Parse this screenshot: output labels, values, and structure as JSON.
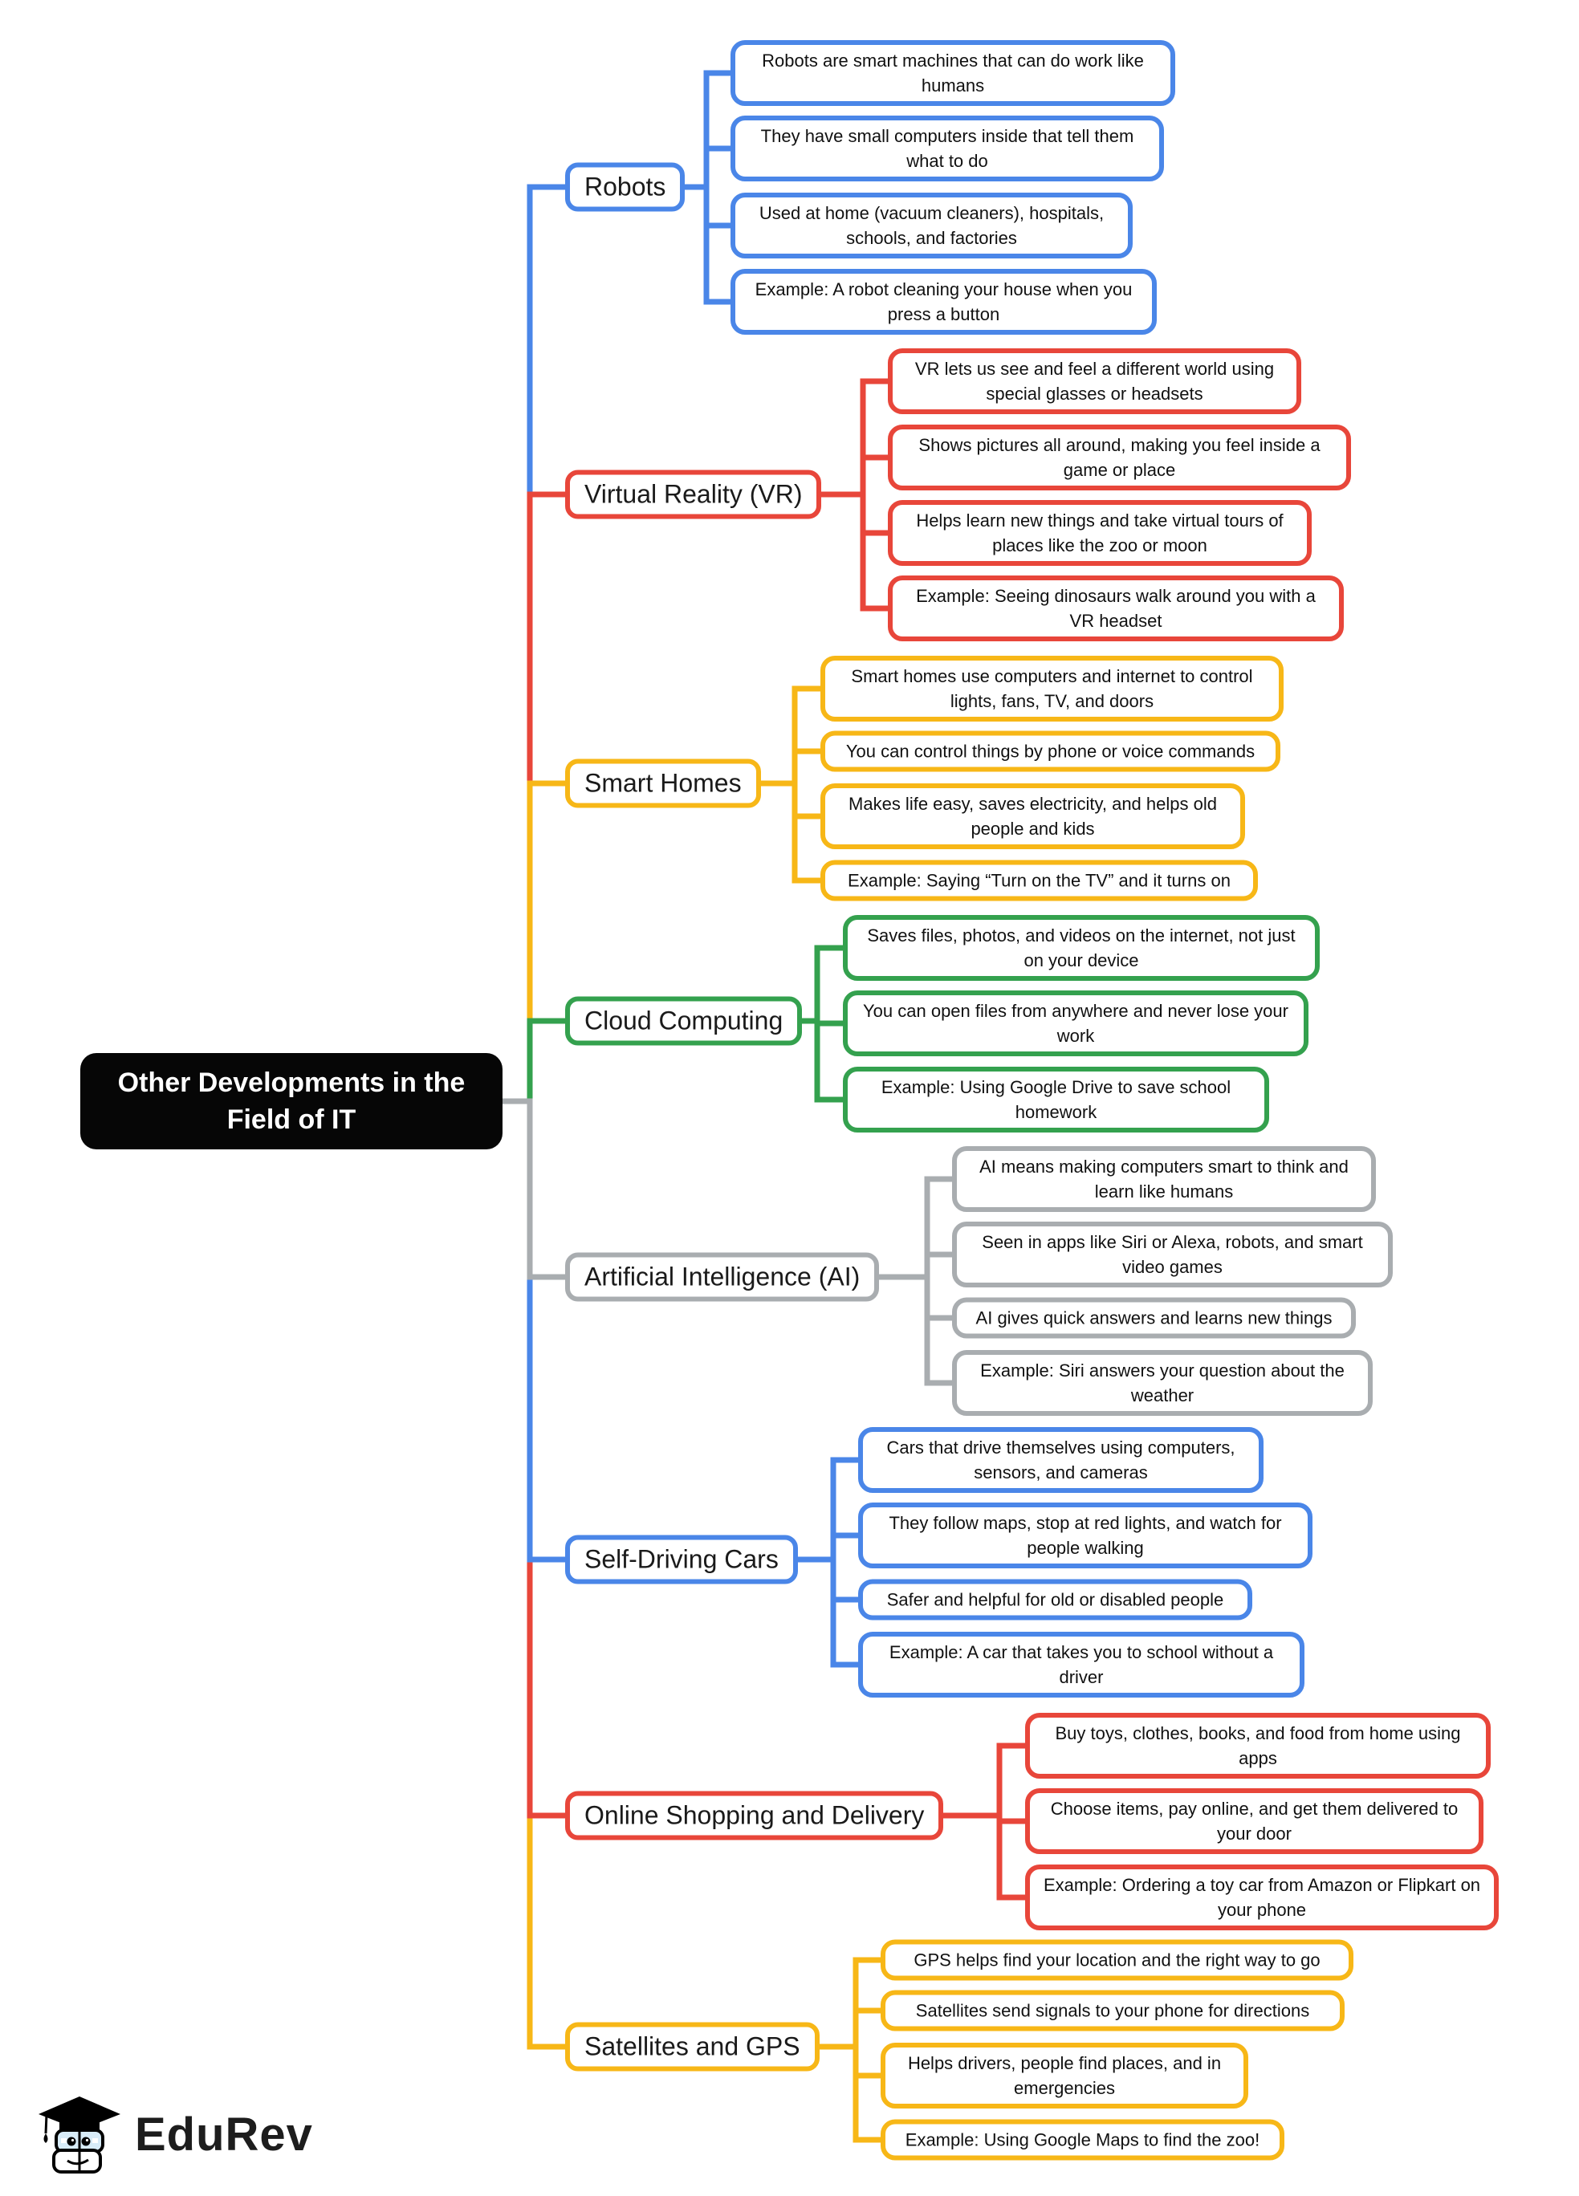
{
  "root": {
    "title": "Other Developments in the Field of IT"
  },
  "branches": [
    {
      "label": "Robots",
      "color": "#4a86e8",
      "children": [
        "Robots are smart machines that can do work like humans",
        "They have small computers inside that tell them what to do",
        "Used at home (vacuum cleaners), hospitals, schools, and factories",
        "Example: A robot cleaning your house when you press a button"
      ]
    },
    {
      "label": "Virtual Reality (VR)",
      "color": "#e8463a",
      "children": [
        "VR lets us see and feel a different world using special glasses or headsets",
        "Shows pictures all around, making you feel inside a game or place",
        "Helps learn new things and take virtual tours of places like the zoo or moon",
        "Example: Seeing dinosaurs walk around you with a VR headset"
      ]
    },
    {
      "label": "Smart Homes",
      "color": "#f7b717",
      "children": [
        "Smart homes use computers and internet to control lights, fans, TV, and doors",
        "You can control things by phone or voice commands",
        "Makes life easy, saves electricity, and helps old people and kids",
        "Example: Saying “Turn on the TV” and it turns on"
      ]
    },
    {
      "label": "Cloud Computing",
      "color": "#34a14e",
      "children": [
        "Saves files, photos, and videos on the internet, not just on your device",
        "You can open files from anywhere and never lose your work",
        "Example: Using Google Drive to save school homework"
      ]
    },
    {
      "label": "Artificial Intelligence (AI)",
      "color": "#a9adb0",
      "children": [
        "AI means making computers smart to think and learn like humans",
        "Seen in apps like Siri or Alexa, robots, and smart video games",
        "AI gives quick answers and learns new things",
        "Example: Siri answers your question about the weather"
      ]
    },
    {
      "label": "Self-Driving Cars",
      "color": "#4a86e8",
      "children": [
        "Cars that drive themselves using computers, sensors, and cameras",
        "They follow maps, stop at red lights, and watch for people walking",
        "Safer and helpful for old or disabled people",
        "Example: A car that takes you to school without a driver"
      ]
    },
    {
      "label": "Online Shopping and Delivery",
      "color": "#e8463a",
      "children": [
        "Buy toys, clothes, books, and food from home using apps",
        "Choose items, pay online, and get them delivered to your door",
        "Example: Ordering a toy car from Amazon or Flipkart on your phone"
      ]
    },
    {
      "label": "Satellites and GPS",
      "color": "#f7b717",
      "children": [
        "GPS helps find your location and the right way to go",
        "Satellites send signals to your phone for directions",
        "Helps drivers, people find places, and in emergencies",
        "Example: Using Google Maps to find the zoo!"
      ]
    }
  ],
  "brand": {
    "name": "EduRev"
  },
  "root_connector_color": "#a9adb0"
}
